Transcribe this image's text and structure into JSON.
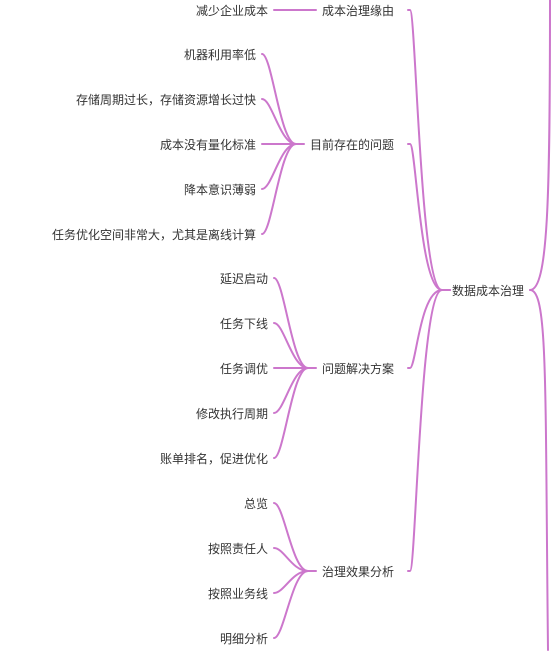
{
  "map": {
    "line_color": "#cc77cc",
    "root": {
      "label": "数据成本治理"
    },
    "branches": [
      {
        "label": "成本治理缘由",
        "children": [
          "减少企业成本"
        ]
      },
      {
        "label": "目前存在的问题",
        "children": [
          "机器利用率低",
          "存储周期过长，存储资源增长过快",
          "成本没有量化标准",
          "降本意识薄弱",
          "任务优化空间非常大，尤其是离线计算"
        ]
      },
      {
        "label": "问题解决方案",
        "children": [
          "延迟启动",
          "任务下线",
          "任务调优",
          "修改执行周期",
          "账单排名，促进优化"
        ]
      },
      {
        "label": "治理效果分析",
        "children": [
          "总览",
          "按照责任人",
          "按照业务线",
          "明细分析"
        ]
      }
    ]
  }
}
